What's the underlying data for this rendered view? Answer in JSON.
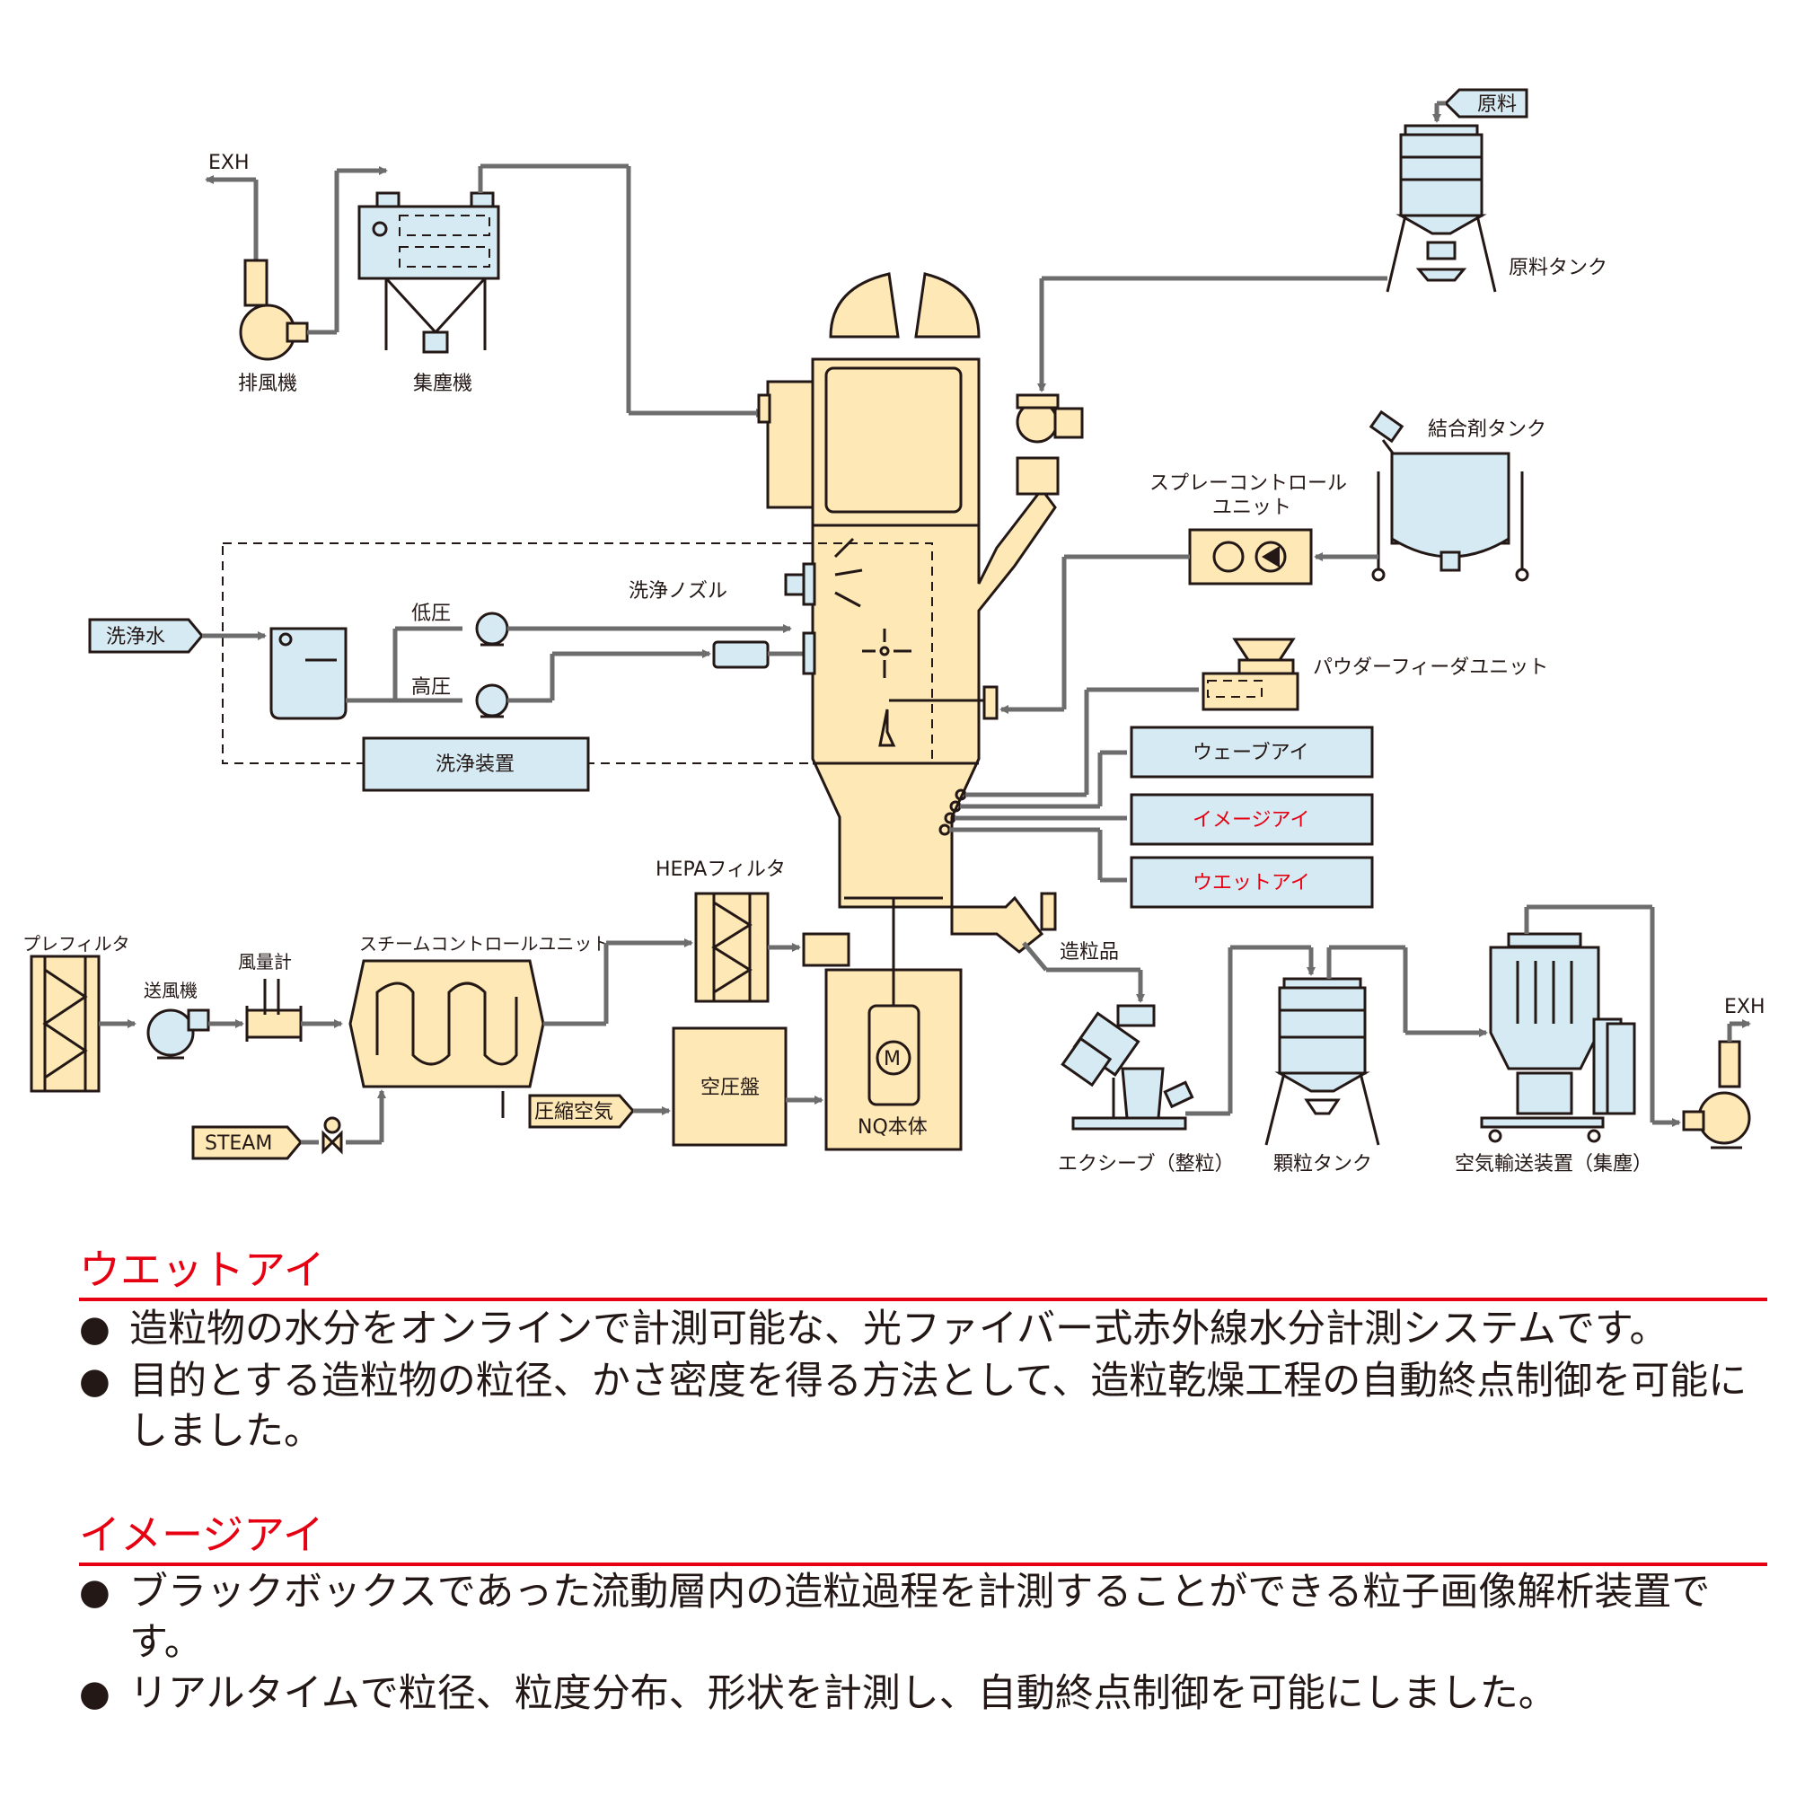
{
  "diagram": {
    "labels": {
      "exh_left": "EXH",
      "exhaust_fan": "排風機",
      "dust_collector": "集塵機",
      "material": "原料",
      "material_tank": "原料タンク",
      "binder_tank": "結合剤タンク",
      "spray_control_unit_1": "スプレーコントロール",
      "spray_control_unit_2": "ユニット",
      "wash_nozzle": "洗浄ノズル",
      "wash_water": "洗浄水",
      "low_pressure": "低圧",
      "high_pressure": "高圧",
      "washing_device": "洗浄装置",
      "powder_feeder": "パウダーフィーダユニット",
      "wave_eye": "ウェーブアイ",
      "image_eye": "イメージアイ",
      "wet_eye": "ウエットアイ",
      "hepa_filter": "HEPAフィルタ",
      "pre_filter": "プレフィルタ",
      "air_flow_meter": "風量計",
      "blower": "送風機",
      "steam_control_unit": "スチームコントロールユニット",
      "steam": "STEAM",
      "compressed_air": "圧縮空気",
      "air_panel": "空圧盤",
      "nq_body": "NQ本体",
      "motor": "M",
      "granulated_product": "造粒品",
      "ex_sieve": "エクシーブ（整粒）",
      "granule_tank": "顆粒タンク",
      "pneumatic_conveyor": "空気輸送装置（集塵）",
      "exh_right": "EXH"
    },
    "colors": {
      "equipment_fill": "#fde8b6",
      "unit_fill": "#d6eaf3",
      "line": "#6d6d6d",
      "accent_red": "#e60012"
    }
  },
  "sections": [
    {
      "title": "ウエットアイ",
      "bullets": [
        "造粒物の水分をオンラインで計測可能な、光ファイバー式赤外線水分計測システムです。",
        "目的とする造粒物の粒径、かさ密度を得る方法として、造粒乾燥工程の自動終点制御を可能にしました。"
      ]
    },
    {
      "title": "イメージアイ",
      "bullets": [
        "ブラックボックスであった流動層内の造粒過程を計測することができる粒子画像解析装置です。",
        "リアルタイムで粒径、粒度分布、形状を計測し、自動終点制御を可能にしました。"
      ]
    }
  ],
  "bullet_symbol": "●"
}
